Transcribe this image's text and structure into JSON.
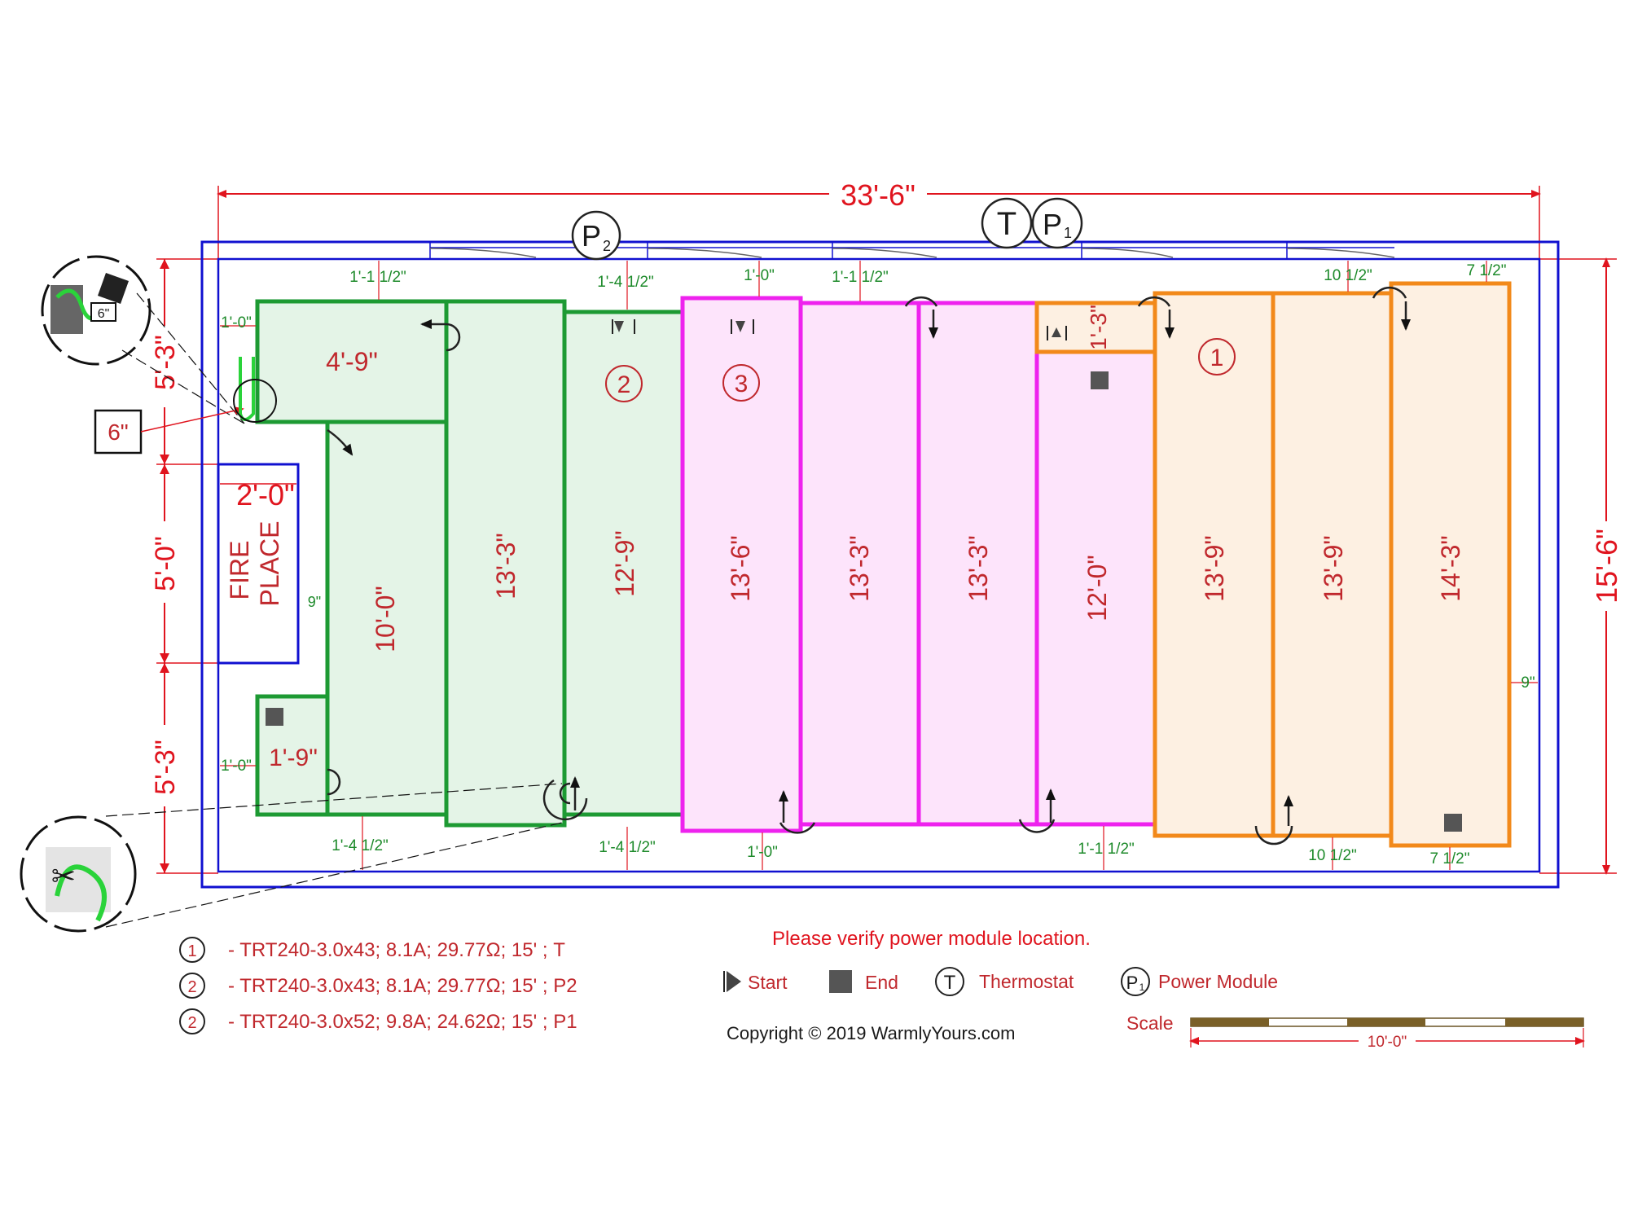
{
  "colors": {
    "room_outline": "#1010d0",
    "dimension": "#e0141e",
    "zone1_stroke": "#f2891a",
    "zone1_fill": "#fdf0e2",
    "zone2_stroke": "#1d9a33",
    "zone2_fill": "#e4f4e7",
    "zone3_stroke": "#ee22ee",
    "zone3_fill": "#fde4fb",
    "label": "#c0282d",
    "small_dim": "#1d8a2a"
  },
  "overall": {
    "width": "33'-6\"",
    "height": "15'-6\""
  },
  "left_dims": {
    "top": "5'-3\"",
    "middle": "5'-0\"",
    "bottom": "5'-3\""
  },
  "symbols": {
    "thermostat": "T",
    "power": "P",
    "sub1": "1",
    "sub2": "2"
  },
  "fireplace": {
    "line1": "FIRE",
    "line2": "PLACE",
    "width": "2'-0\"",
    "gap": "9\""
  },
  "callout": {
    "inset_label": "6\"",
    "box_label": "6\""
  },
  "zones": {
    "z1": "1",
    "z2": "2",
    "z3": "3"
  },
  "strips": {
    "g_top": "4'-9\"",
    "g_tall": "10'-0\"",
    "g_small": "1'-9\"",
    "g1": "13'-3\"",
    "g2": "12'-9\"",
    "m1": "13'-6\"",
    "m2": "13'-3\"",
    "m3": "13'-3\"",
    "m4": "12'-0\"",
    "m_small": "1'-3\"",
    "o1": "13'-9\"",
    "o2": "13'-9\"",
    "o3": "14'-3\""
  },
  "small_dims": {
    "a": "1'-1 1/2\"",
    "b": "1'-4 1/2\"",
    "c": "1'-0\"",
    "d": "1'-1 1/2\"",
    "e": "10 1/2\"",
    "f": "7 1/2\"",
    "g": "1'-0\"",
    "h": "1'-0\"",
    "i": "1'-4 1/2\"",
    "j": "1'-4 1/2\"",
    "k": "1'-0\"",
    "l": "1'-1 1/2\"",
    "m": "10 1/2\"",
    "n": "7 1/2\"",
    "o": "9\""
  },
  "legend": {
    "rows": [
      {
        "num": "1",
        "text": "- TRT240-3.0x43; 8.1A; 29.77Ω; 15'  ; T"
      },
      {
        "num": "2",
        "text": "- TRT240-3.0x43; 8.1A; 29.77Ω; 15'  ; P2"
      },
      {
        "num": "2",
        "text": "- TRT240-3.0x52; 9.8A; 24.62Ω; 15' ; P1"
      }
    ],
    "note": "Please verify power module location.",
    "start": "Start",
    "end": "End",
    "thermostat": "Thermostat",
    "power_module": "Power Module",
    "copyright": "Copyright © 2019 WarmlyYours.com",
    "scale": "Scale",
    "scale_len": "10'-0\""
  }
}
